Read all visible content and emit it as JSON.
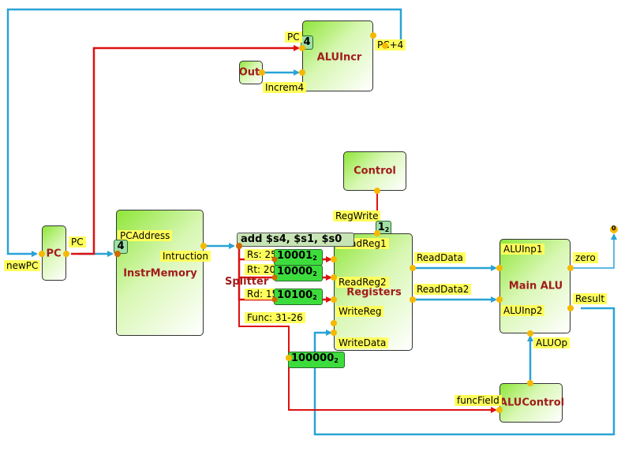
{
  "colors": {
    "wire_blue": "#2aa3d6",
    "wire_red": "#dd1111",
    "block_title": "#a11c1c",
    "port_label_bg": "#ffff5c",
    "connector_dot": "#f5b800"
  },
  "blocks": {
    "alu_incr": {
      "title": "ALUIncr"
    },
    "pc": {
      "title": "PC"
    },
    "out": {
      "title": "Out"
    },
    "instr_memory": {
      "title": "InstrMemory"
    },
    "control": {
      "title": "Control"
    },
    "registers": {
      "title": "Registers"
    },
    "main_alu": {
      "title": "Main ALU"
    },
    "alu_control": {
      "title": "ALUControl"
    },
    "splitter": {
      "title": "Splitter"
    }
  },
  "ports": {
    "pc_in": "PC",
    "pc_plus4": "PC+4",
    "increm4": "Increm4",
    "pc_out": "PC",
    "new_pc": "newPC",
    "pc_address": "PCAddress",
    "intruction": "Intruction",
    "reg_write": "RegWrite",
    "read_reg1": "ReadReg1",
    "read_reg2": "ReadReg2",
    "write_reg": "WriteReg",
    "write_data": "WriteData",
    "read_data": "ReadData",
    "read_data2": "ReadData2",
    "alu_inp1": "ALUInp1",
    "alu_inp2": "ALUInp2",
    "zero": "zero",
    "result": "Result",
    "alu_op": "ALUOp",
    "func_field": "funcField",
    "rs": "Rs: 25",
    "rt": "Rt: 20",
    "rd": "Rd: 15",
    "func": "Func: 31-26"
  },
  "values": {
    "instruction": "add $s4, $s1, $s0",
    "pc_value": "4",
    "incr_const": "4",
    "rs_bits": "10001",
    "rt_bits": "10000",
    "rd_bits": "10100",
    "func_bits": "100000",
    "reg_write_bit": "1",
    "radix_sub": "2",
    "zero_output": "0"
  }
}
